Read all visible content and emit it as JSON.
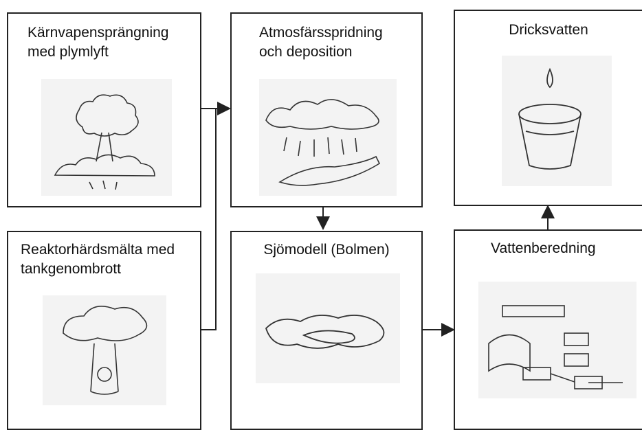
{
  "boxes": {
    "nuclear": {
      "label": "Kärnvapensprängning\nmed plymlyft",
      "icon": "mushroom-cloud-icon"
    },
    "atmos": {
      "label": "Atmosfärsspridning\noch deposition",
      "icon": "rain-deposition-icon"
    },
    "drink": {
      "label": "Dricksvatten",
      "icon": "water-cup-icon"
    },
    "reactor": {
      "label": "Reaktorhärdsmälta med\ntankgenombrott",
      "icon": "reactor-plume-icon"
    },
    "lake": {
      "label": "Sjömodell (Bolmen)",
      "icon": "lake-icon"
    },
    "treat": {
      "label": "Vattenberedning",
      "icon": "treatment-plant-icon"
    }
  },
  "colors": {
    "line": "#222222",
    "box_border": "#222222"
  }
}
